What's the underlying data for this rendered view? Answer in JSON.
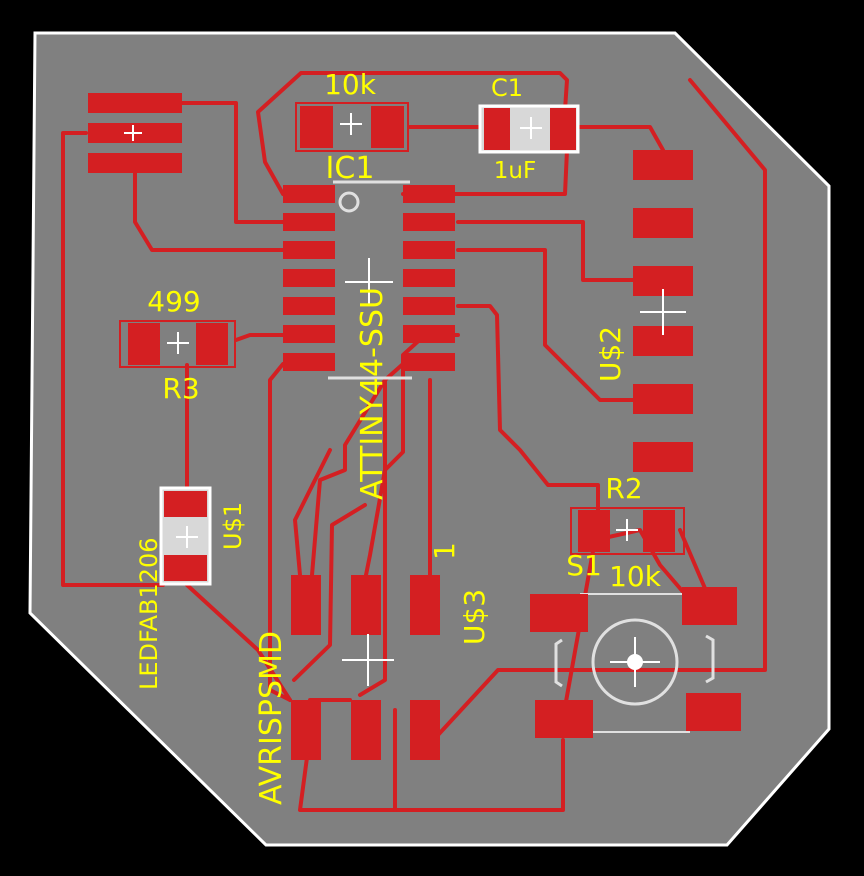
{
  "colors": {
    "background": "#000000",
    "board": "#808080",
    "outline": "#ffffff",
    "copper": "#d41f22",
    "silk": "#ffff00",
    "package": "#e0e0e0"
  },
  "labels": {
    "r1_value": "10k",
    "c1_name": "C1",
    "c1_value": "1uF",
    "ic1_name": "IC1",
    "ic1_part": "ATTINY44-SSU",
    "us2_name": "U$2",
    "r3_value": "499",
    "r3_name": "R3",
    "r2_name": "R2",
    "s1_name": "S1",
    "s1_value": "10k",
    "us1_name": "U$1",
    "led_part": "LEDFAB1206",
    "isp_part": "AVRISPSMD",
    "us3_name": "U$3",
    "pin1_mark": "1"
  }
}
